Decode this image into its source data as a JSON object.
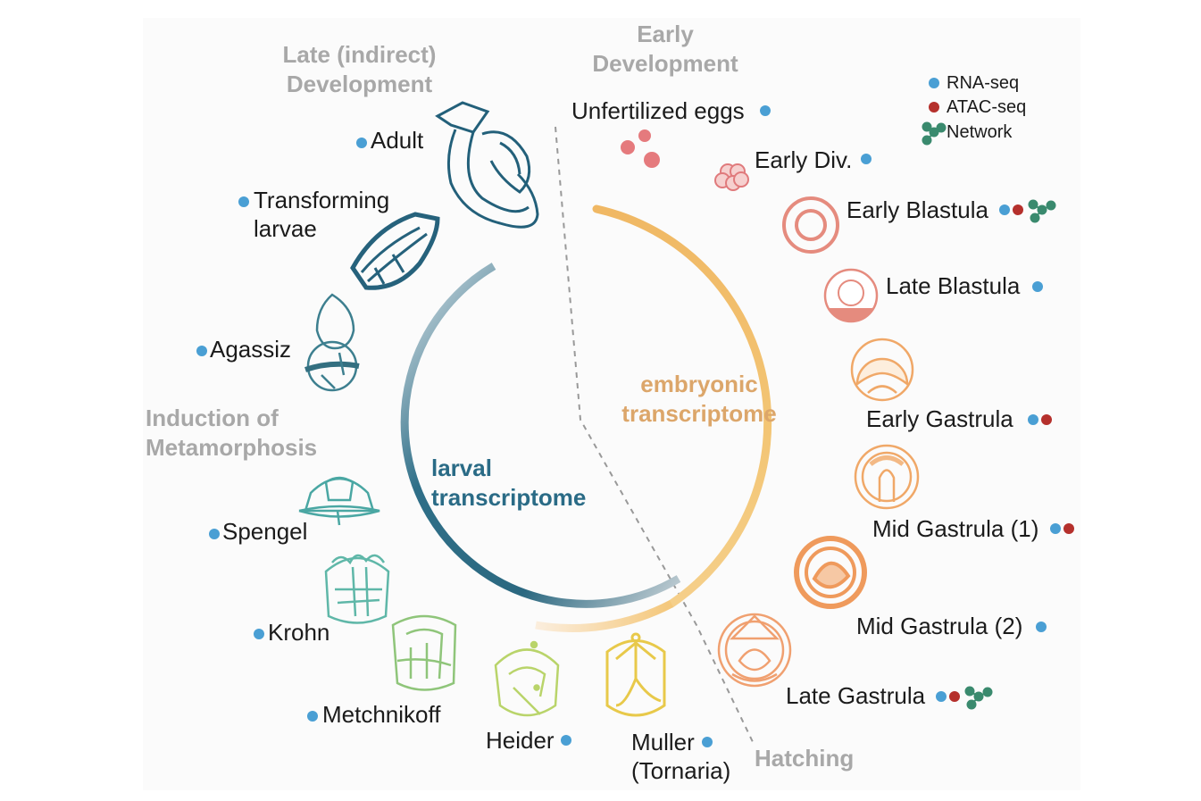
{
  "phases": {
    "early": [
      "Early",
      "Development"
    ],
    "late": [
      "Late (indirect)",
      "Development"
    ],
    "induction": [
      "Induction of",
      "Metamorphosis"
    ],
    "hatching": "Hatching"
  },
  "arcs": {
    "embryonic": [
      "embryonic",
      "transcriptome"
    ],
    "larval": [
      "larval",
      "transcriptome"
    ]
  },
  "legend": {
    "rna": "RNA-seq",
    "atac": "ATAC-seq",
    "network": "Network"
  },
  "stages": {
    "unfertilized": "Unfertilized eggs",
    "early_div": "Early Div.",
    "early_blastula": "Early Blastula",
    "late_blastula": "Late Blastula",
    "early_gastrula": "Early Gastrula",
    "mid_gastrula_1": "Mid Gastrula (1)",
    "mid_gastrula_2": "Mid Gastrula (2)",
    "late_gastrula": "Late Gastrula",
    "muller": [
      "Muller",
      "(Tornaria)"
    ],
    "heider": "Heider",
    "metchnikoff": "Metchnikoff",
    "krohn": "Krohn",
    "spengel": "Spengel",
    "agassiz": "Agassiz",
    "transforming": [
      "Transforming",
      "larvae"
    ],
    "adult": "Adult"
  },
  "colors": {
    "rna": "#4a9fd4",
    "atac": "#b5302c",
    "network": "#3a8a6e",
    "embryonic": "#f2c06a",
    "larval": "#2a6b86",
    "phase_text": "#a8a8a8"
  }
}
